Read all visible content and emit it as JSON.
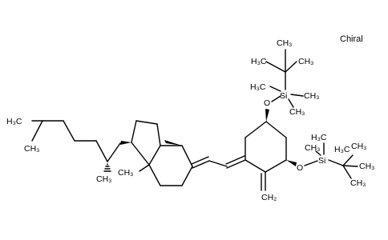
{
  "figure": {
    "chiral_label": "Chiral",
    "atoms": {
      "tbs1": {
        "h3c_left": "H₃C",
        "ch3_right": "CH₃",
        "ch3_bottom": "CH₃",
        "si": "Si",
        "h3c_si_left": "H₃C",
        "ch3_si_right": "CH₃",
        "ch3_si_bottom": "CH₃",
        "o": "O"
      },
      "tbs2": {
        "o": "O",
        "si": "Si",
        "h3c_top": "H₃C",
        "ch3_top": "CH₃",
        "h3c_si_bottom": "H₃C",
        "ch3_tbu_top": "CH₃",
        "ch3_tbu_right": "CH₃",
        "ch3_tbu_bottom": "CH₃"
      },
      "ch2_methylene": "CH₂",
      "ch3_angular": "CH₃",
      "h3c_chain_end": "H₃C",
      "ch3_isopropyl": "CH₃",
      "ch3_sidechain": "CH₃"
    }
  }
}
